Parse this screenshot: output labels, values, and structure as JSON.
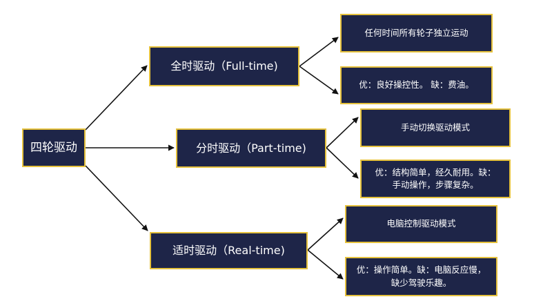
{
  "root": {
    "label": "四轮驱动"
  },
  "modes": [
    {
      "label": "全时驱动（Full-time)",
      "details": [
        "任何时间所有轮子独立运动",
        "优：良好操控性。 缺：费油。"
      ]
    },
    {
      "label": "分时驱动（Part-time)",
      "details": [
        "手动切换驱动模式",
        "优：结构简单，经久耐用。缺：\n手动操作，步骤复杂。"
      ]
    },
    {
      "label": "适时驱动（Real-time)",
      "details": [
        "电脑控制驱动模式",
        "优：操作简单。缺：电脑反应慢，\n缺少驾驶乐趣。"
      ]
    }
  ],
  "colors": {
    "box_fill": "#1e2548",
    "box_border": "#e5c13c",
    "text": "#ffffff",
    "arrow": "#111111"
  }
}
